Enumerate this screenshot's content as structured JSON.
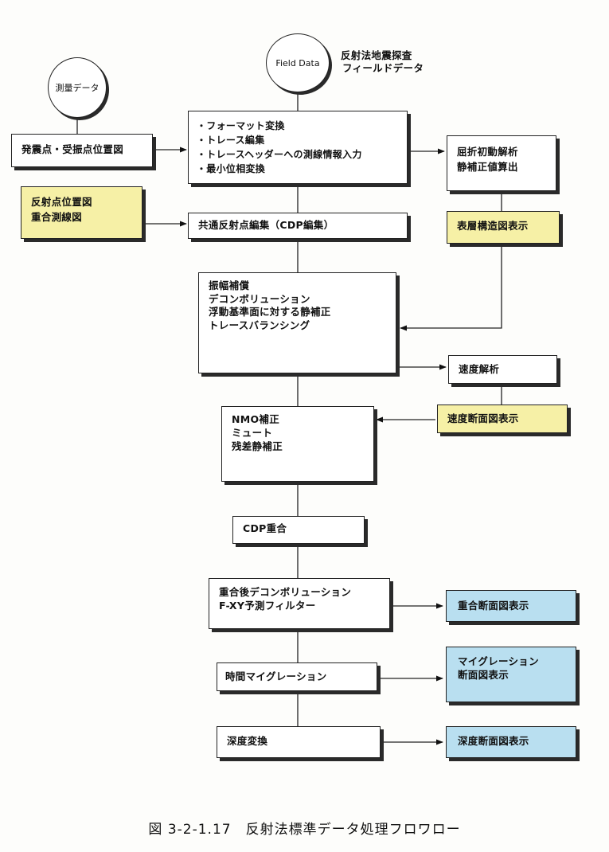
{
  "circles": {
    "survey": "測量データ",
    "field": "Field Data"
  },
  "field_label": [
    "反射法地震探査",
    "フィールドデータ"
  ],
  "boxes": {
    "shot_receiver": [
      "発震点・受振点位置図"
    ],
    "reflection_map": [
      "反射点位置図",
      "重合測線図"
    ],
    "format": [
      "・フォーマット変換",
      "・トレース編集",
      "・トレースヘッダーへの測線情報入力",
      "・最小位相変換"
    ],
    "refraction": [
      "屈折初動解析",
      "静補正値算出"
    ],
    "cdp_sort": [
      "共通反射点編集（CDP編集）"
    ],
    "surface": [
      "表層構造図表示"
    ],
    "amplitude": [
      "振幅補償",
      "デコンボリューション",
      "浮動基準面に対する静補正",
      "トレースバランシング"
    ],
    "velocity": [
      "速度解析"
    ],
    "nmo": [
      "NMO補正",
      "ミュート",
      "残差静補正"
    ],
    "velocity_section": [
      "速度断面図表示"
    ],
    "stack": [
      "CDP重合"
    ],
    "post_decon": [
      "重合後デコンボリューション",
      "F-XY予測フィルター"
    ],
    "stack_section": [
      "重合断面図表示"
    ],
    "migration": [
      "時間マイグレーション"
    ],
    "migration_section": [
      "マイグレーション",
      "断面図表示"
    ],
    "depth": [
      "深度変換"
    ],
    "depth_section": [
      "深度断面図表示"
    ]
  },
  "caption": "図 3-2-1.17　反射法標準データ処理フロワロー"
}
